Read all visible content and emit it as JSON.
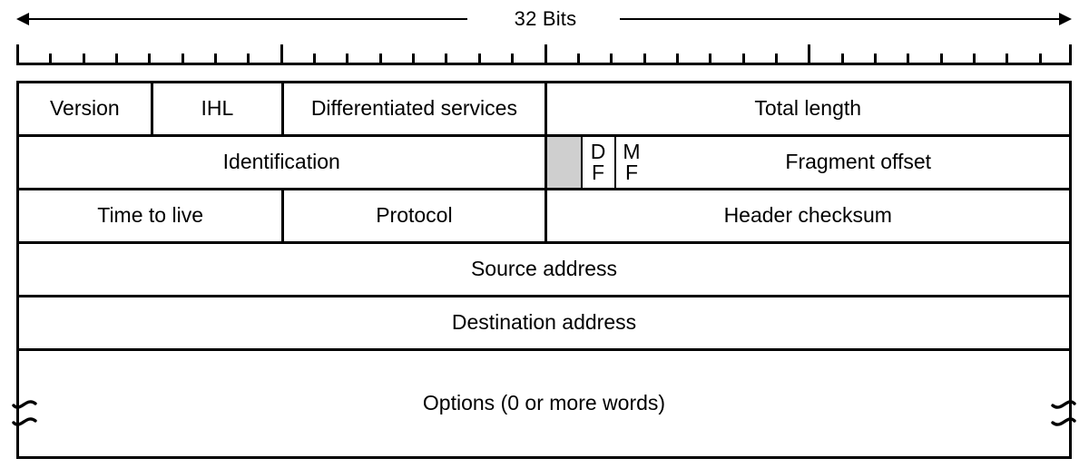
{
  "diagram": {
    "title_label": "32 Bits",
    "ruler": {
      "total_bits": 32,
      "major_tick_bits": [
        0,
        8,
        16,
        24,
        32
      ]
    },
    "rows": [
      {
        "name": "row-1",
        "cells": [
          {
            "label": "Version",
            "bits": 4
          },
          {
            "label": "IHL",
            "bits": 4
          },
          {
            "label": "Differentiated services",
            "bits": 8
          },
          {
            "label": "Total length",
            "bits": 16
          }
        ]
      },
      {
        "name": "row-2",
        "cells": [
          {
            "label": "Identification",
            "bits": 16
          },
          {
            "label": "",
            "bits": 1,
            "kind": "reserved-bit",
            "fill": "#cfcfcf"
          },
          {
            "label": "DF",
            "letters": [
              "D",
              "F"
            ],
            "bits": 1,
            "kind": "flag-bit"
          },
          {
            "label": "MF",
            "letters": [
              "M",
              "F"
            ],
            "bits": 1,
            "kind": "flag-bit"
          },
          {
            "label": "Fragment offset",
            "bits": 13
          }
        ]
      },
      {
        "name": "row-3",
        "cells": [
          {
            "label": "Time to live",
            "bits": 8
          },
          {
            "label": "Protocol",
            "bits": 8
          },
          {
            "label": "Header checksum",
            "bits": 16
          }
        ]
      },
      {
        "name": "row-4",
        "cells": [
          {
            "label": "Source address",
            "bits": 32
          }
        ]
      },
      {
        "name": "row-5",
        "cells": [
          {
            "label": "Destination address",
            "bits": 32
          }
        ]
      },
      {
        "name": "row-6",
        "cells": [
          {
            "label": "Options (0 or more words)",
            "bits": 32
          }
        ]
      }
    ],
    "colors": {
      "line": "#000000",
      "background": "#ffffff",
      "reserved_fill": "#cfcfcf"
    }
  }
}
